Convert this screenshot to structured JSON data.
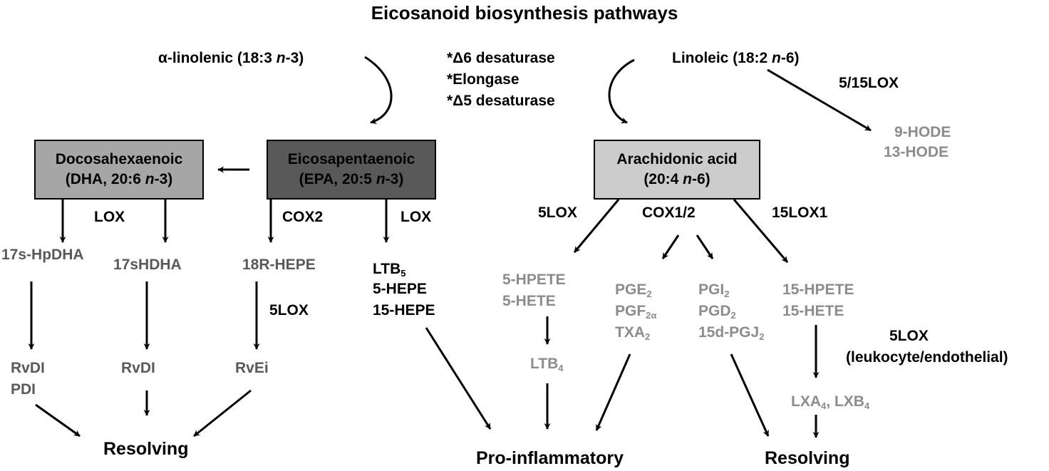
{
  "title": "Eicosanoid biosynthesis pathways",
  "sources": {
    "alpha": "α-linolenic (18:3 n-3)",
    "linoleic": "Linoleic (18:2 n-6)"
  },
  "enzymes_center": [
    "*Δ6 desaturase",
    "*Elongase",
    "*Δ5 desaturase"
  ],
  "boxes": {
    "dha": {
      "line1": "Docosahexaenoic",
      "line2": "(DHA, 20:6 n-3)",
      "color": "#a6a6a6"
    },
    "epa": {
      "line1": "Eicosapentaenoic",
      "line2": "(EPA, 20:5 n-3)",
      "color": "#595959"
    },
    "aa": {
      "line1": "Arachidonic acid",
      "line2": "(20:4 n-6)",
      "color": "#cccccc"
    }
  },
  "enzymes": {
    "lox_dha": "LOX",
    "cox2": "COX2",
    "lox_epa": "LOX",
    "fivelox_left": "5LOX",
    "fivelox_aa": "5LOX",
    "cox12": "COX1/2",
    "fifteenlox1": "15LOX1",
    "fivefifteenlox": "5/15LOX",
    "fivelox_right": "5LOX",
    "leuko": "(leukocyte/endothelial)"
  },
  "metabolites": {
    "hpdha": "17s-HpDHA",
    "shdha": "17sHDHA",
    "hepe18r": "18R-HEPE",
    "ltb5": "LTB5",
    "hepe5": "5-HEPE",
    "hepe15": "15-HEPE",
    "hode9": "9-HODE",
    "hode13": "13-HODE",
    "hpete5": "5-HPETE",
    "hete5": "5-HETE",
    "ltb4": "LTB4",
    "pge2": "PGE2",
    "pgf2a": "PGF2α",
    "txa2": "TXA2",
    "pgi2": "PGI2",
    "pgd2": "PGD2",
    "pgj2": "15d-PGJ2",
    "hpete15": "15-HPETE",
    "hete15": "15-HETE",
    "lxa4": "LXA4, LXB4",
    "rvdi_left": "RvDI",
    "pdi": "PDI",
    "rvdi_mid": "RvDI",
    "rvei": "RvEi"
  },
  "outcomes": {
    "resolving_left": "Resolving",
    "pro": "Pro-inflammatory",
    "resolving_right": "Resolving"
  }
}
